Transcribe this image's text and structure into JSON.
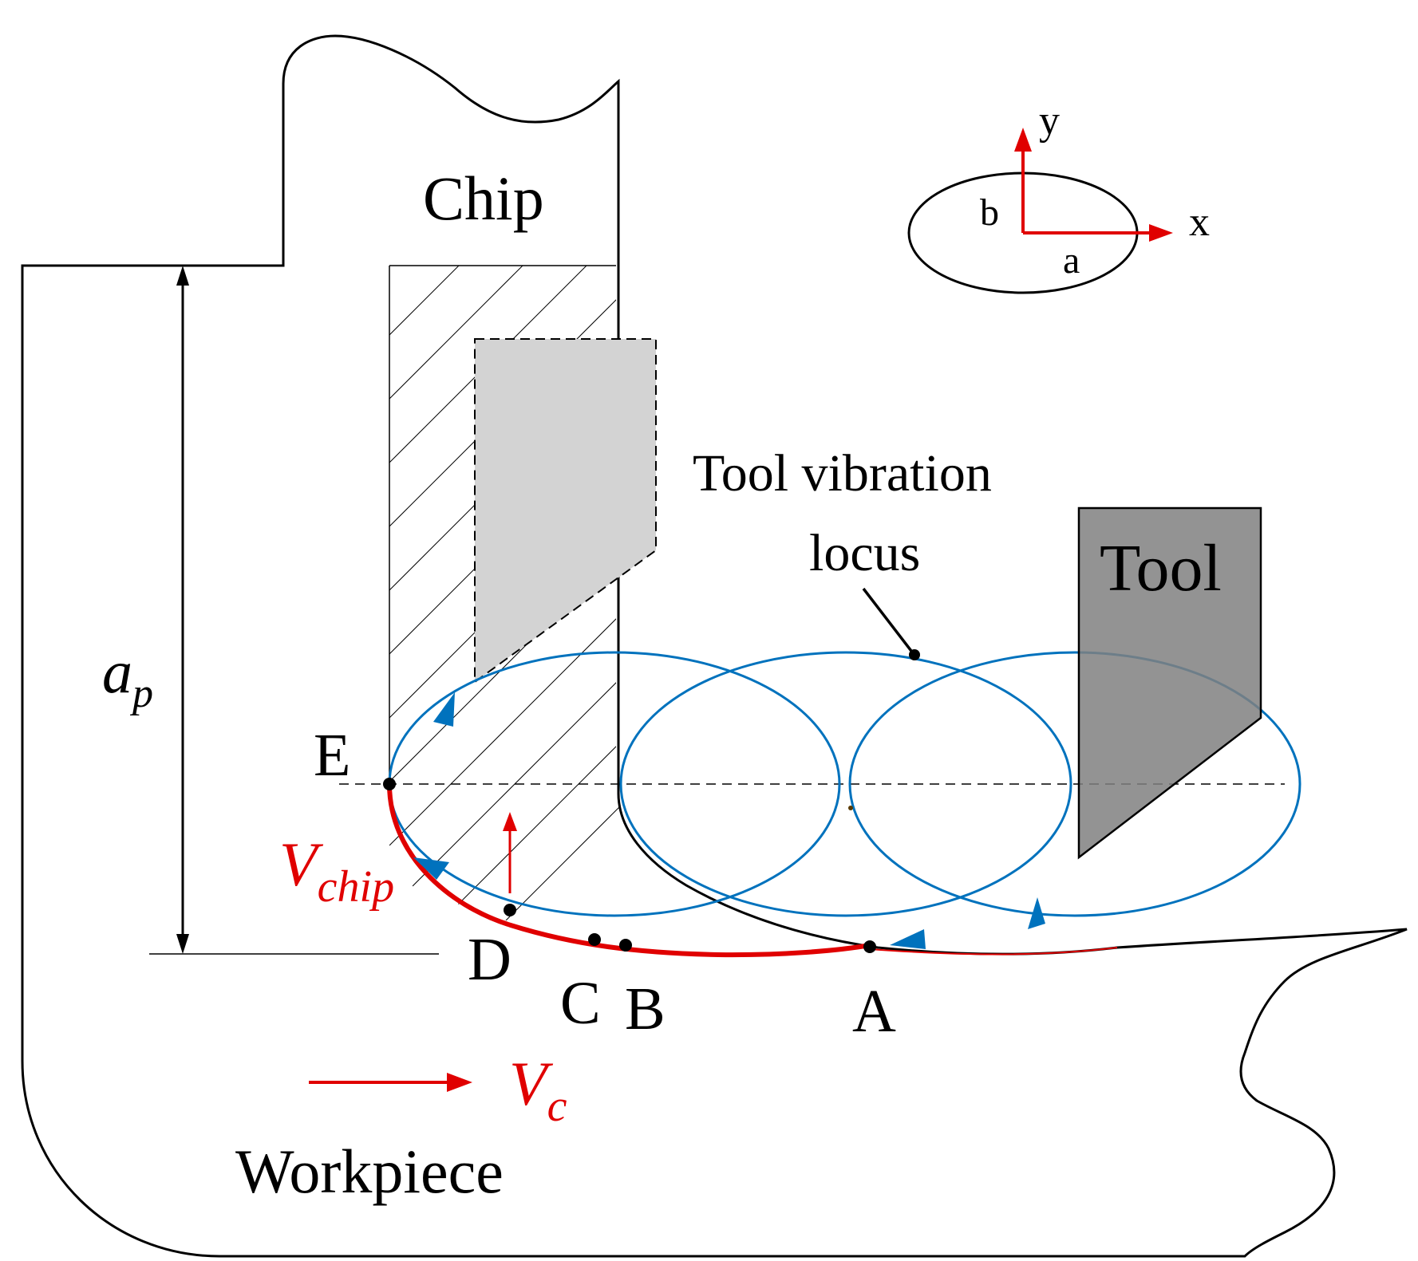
{
  "labels": {
    "chip": "Chip",
    "tool": "Tool",
    "workpiece": "Workpiece",
    "locus_line1": "Tool vibration",
    "locus_line2": "locus",
    "depth_main": "a",
    "depth_sub": "p",
    "vchip_main": "V",
    "vchip_sub": "chip",
    "vc_main": "V",
    "vc_sub": "c",
    "point_a": "A",
    "point_b": "B",
    "point_c": "C",
    "point_d": "D",
    "point_e": "E",
    "axis_x": "x",
    "axis_y": "y",
    "semi_a": "a",
    "semi_b": "b"
  },
  "colors": {
    "outline": "#000000",
    "locus": "#0072bd",
    "velocity": "#e00000",
    "tool_fill": "#808080",
    "chip_zone_fill": "#d3d3d3"
  }
}
